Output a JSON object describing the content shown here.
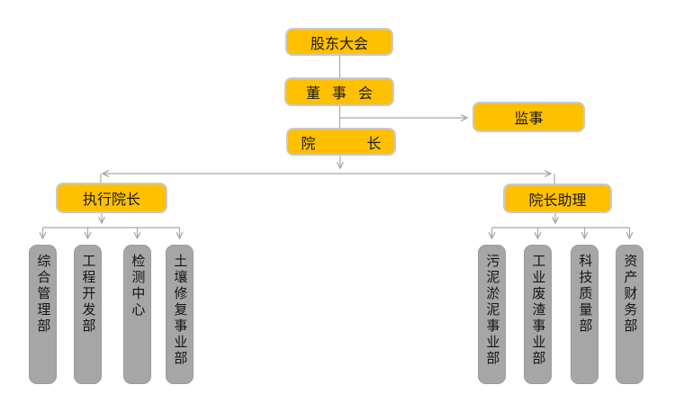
{
  "palette": {
    "node_fill": "#FFC000",
    "node_border": "#C9C9C9",
    "dept_fill": "#A6A6A6",
    "dept_border": "#9B9B9B",
    "connector": "#A9A9A9",
    "text": "#1A1A1A",
    "background": "#FFFFFF"
  },
  "org": {
    "shareholders_meeting": {
      "label": "股东大会"
    },
    "board": {
      "label": "董事会"
    },
    "supervisor": {
      "label": "监事"
    },
    "president": {
      "label": "院长"
    },
    "executive_president": {
      "label": "执行院长"
    },
    "president_assistant": {
      "label": "院长助理"
    },
    "departments": {
      "left": [
        {
          "label": "综合管理部"
        },
        {
          "label": "工程开发部"
        },
        {
          "label": "检测中心"
        },
        {
          "label": "土壤修复事业部"
        }
      ],
      "right": [
        {
          "label": "污泥淤泥事业部"
        },
        {
          "label": "工业废渣事业部"
        },
        {
          "label": "科技质量部"
        },
        {
          "label": "资产财务部"
        }
      ]
    }
  }
}
